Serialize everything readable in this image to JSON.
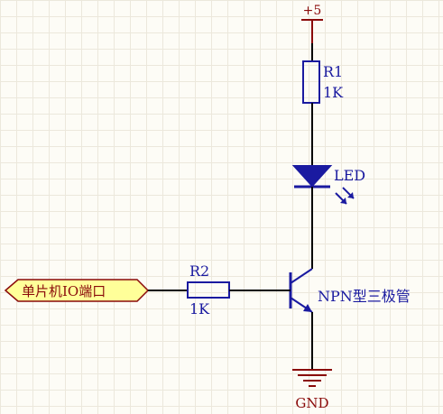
{
  "power": {
    "label": "+5"
  },
  "r1": {
    "designator": "R1",
    "value": "1K"
  },
  "led": {
    "label": "LED"
  },
  "r2": {
    "designator": "R2",
    "value": "1K"
  },
  "transistor": {
    "label": "NPN型三极管"
  },
  "port": {
    "label": "单片机IO端口"
  },
  "ground": {
    "label": "GND"
  },
  "colors": {
    "wire": "#000000",
    "component": "#1a1aa0",
    "power": "#8a0a0a",
    "port_fill": "#ffff99"
  }
}
